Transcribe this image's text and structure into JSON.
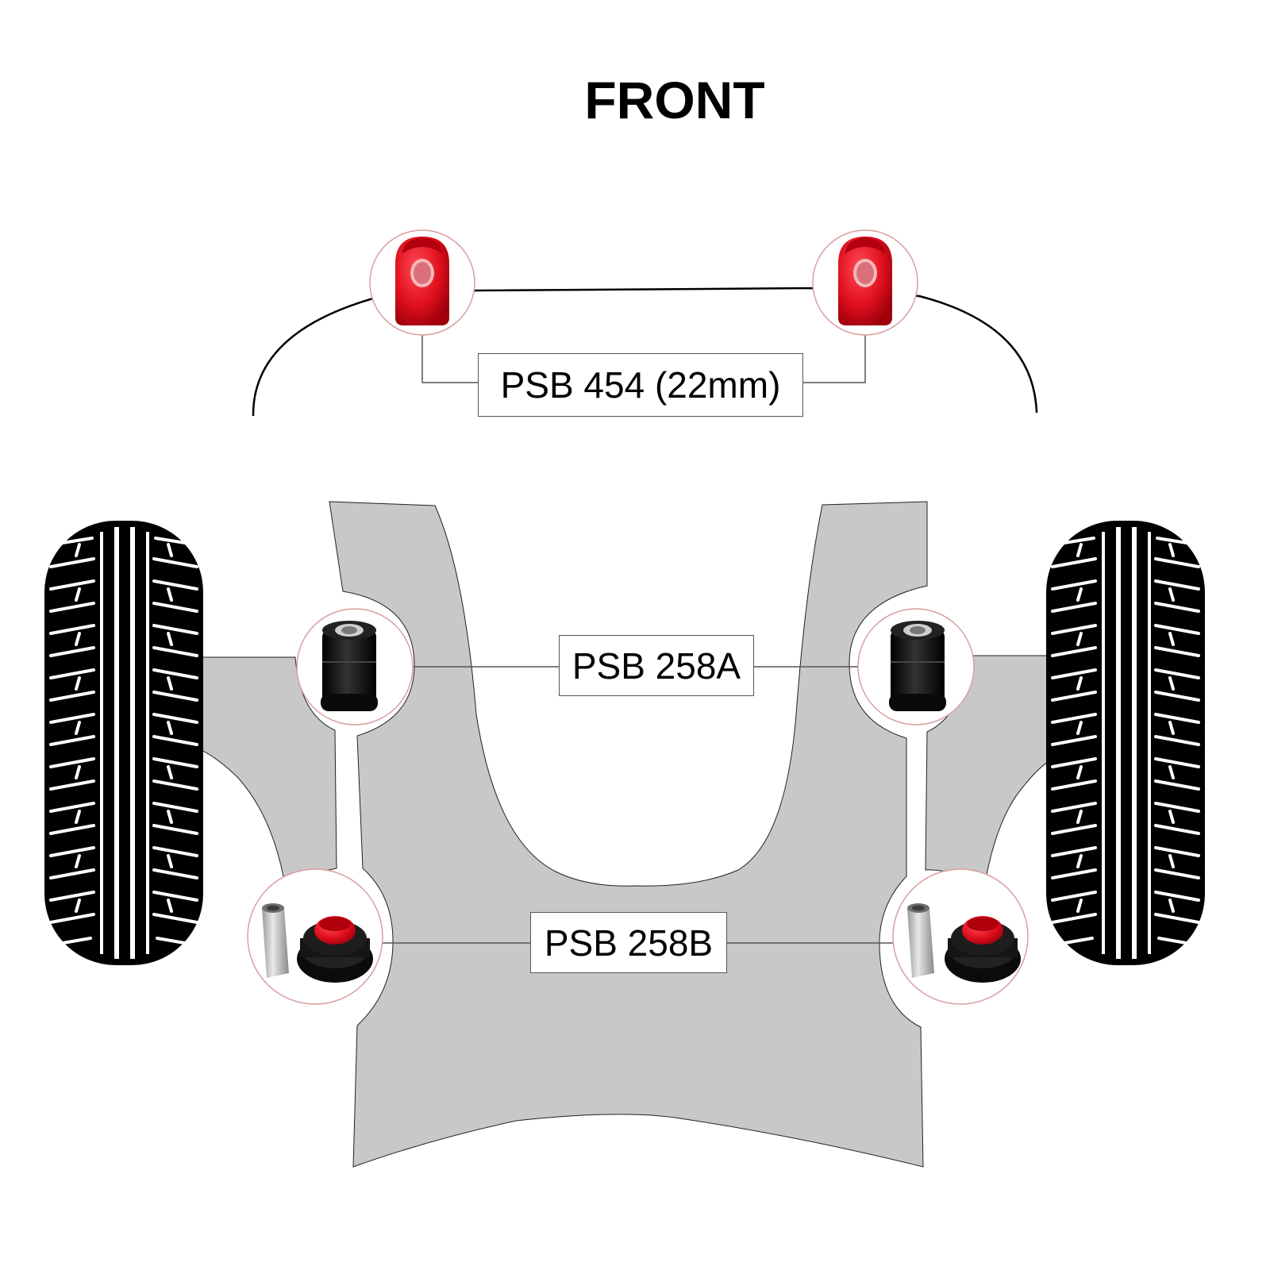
{
  "diagram": {
    "title": "FRONT",
    "labels": {
      "anti_roll_bar_bush": "PSB 454 (22mm)",
      "front_wishbone_bush": "PSB 258A",
      "rear_wishbone_bush": "PSB 258B"
    },
    "colors": {
      "subframe": "#c8c8c8",
      "tyre": "#000000",
      "bush_red": "#e0101e",
      "bush_black": "#111111",
      "callout_ring": "#d9a0a0",
      "leader_line": "#555555"
    },
    "icons": [
      "tyre-left-icon",
      "tyre-right-icon",
      "red-bush-icon",
      "black-bush-icon",
      "metal-sleeve-icon"
    ]
  }
}
